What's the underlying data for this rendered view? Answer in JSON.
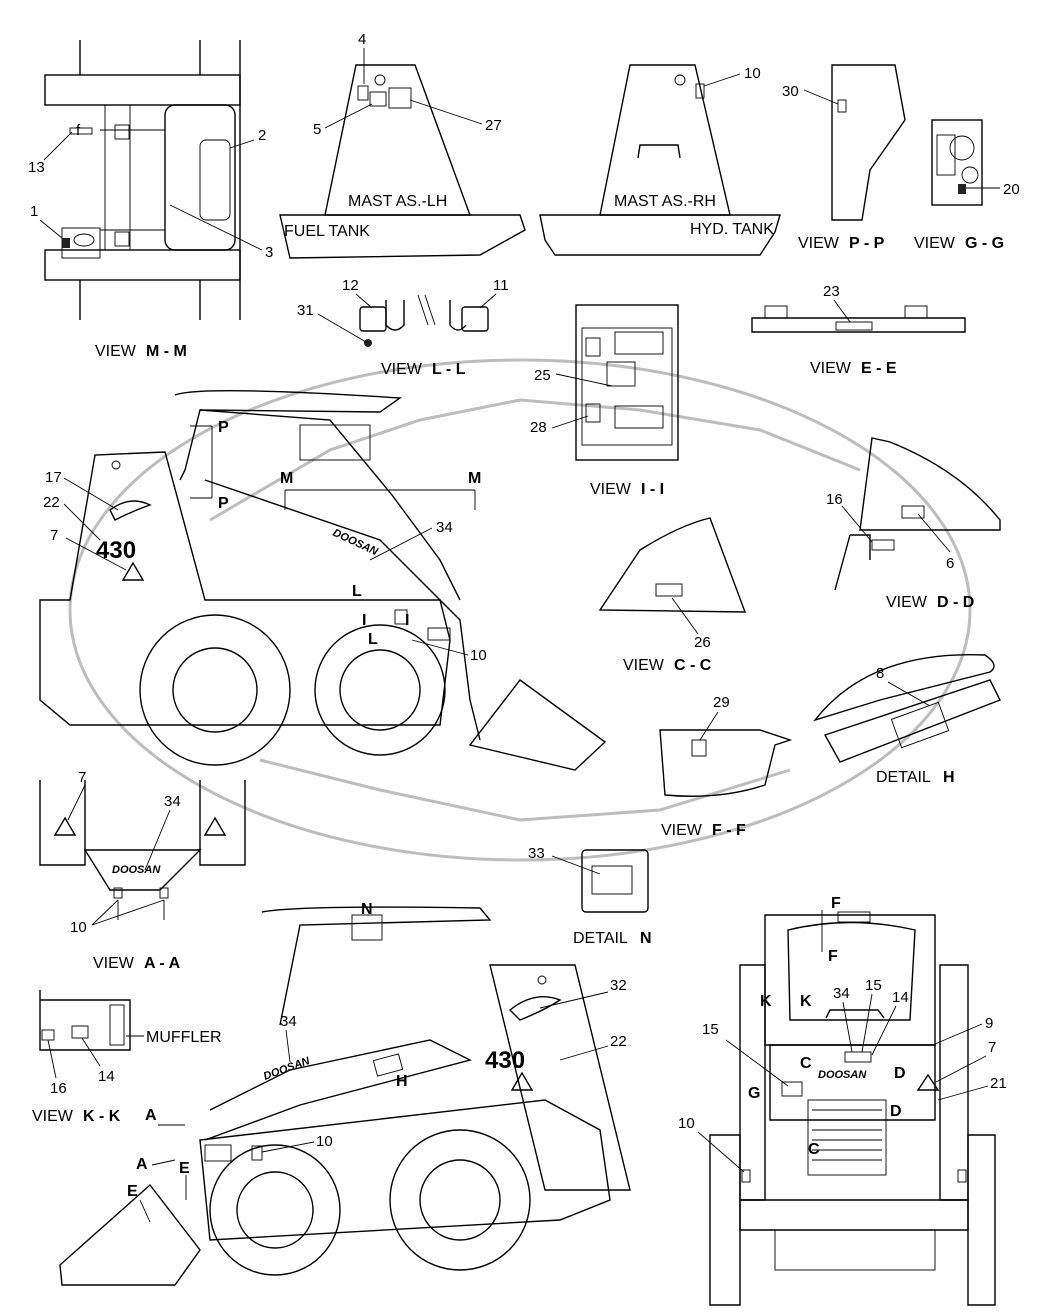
{
  "labels": {
    "mast_lh": "MAST AS.-LH",
    "mast_rh": "MAST AS.-RH",
    "fuel_tank": "FUEL TANK",
    "hyd_tank": "HYD. TANK",
    "muffler": "MUFFLER",
    "model_badge": "430",
    "brand": "DOOSAN"
  },
  "views": {
    "mm": {
      "prefix": "VIEW",
      "id": "M - M"
    },
    "ll": {
      "prefix": "VIEW",
      "id": "L - L"
    },
    "pp": {
      "prefix": "VIEW",
      "id": "P - P"
    },
    "gg": {
      "prefix": "VIEW",
      "id": "G - G"
    },
    "ee": {
      "prefix": "VIEW",
      "id": "E - E"
    },
    "ii": {
      "prefix": "VIEW",
      "id": "I - I"
    },
    "dd": {
      "prefix": "VIEW",
      "id": "D - D"
    },
    "cc": {
      "prefix": "VIEW",
      "id": "C - C"
    },
    "ff": {
      "prefix": "VIEW",
      "id": "F - F"
    },
    "aa": {
      "prefix": "VIEW",
      "id": "A - A"
    },
    "kk": {
      "prefix": "VIEW",
      "id": "K - K"
    },
    "h": {
      "prefix": "DETAIL",
      "id": "H"
    },
    "n": {
      "prefix": "DETAIL",
      "id": "N"
    }
  },
  "callouts": {
    "c1": "1",
    "c2": "2",
    "c3": "3",
    "c4": "4",
    "c5": "5",
    "c6": "6",
    "c7": "7",
    "c8": "8",
    "c9": "9",
    "c10": "10",
    "c11": "11",
    "c12": "12",
    "c13": "13",
    "c14": "14",
    "c15": "15",
    "c16": "16",
    "c17": "17",
    "c20": "20",
    "c21": "21",
    "c22": "22",
    "c23": "23",
    "c25": "25",
    "c26": "26",
    "c27": "27",
    "c28": "28",
    "c29": "29",
    "c30": "30",
    "c31": "31",
    "c32": "32",
    "c33": "33",
    "c34": "34"
  },
  "section_letters": {
    "P": "P",
    "M": "M",
    "L": "L",
    "I": "I",
    "N": "N",
    "H": "H",
    "A": "A",
    "E": "E",
    "F": "F",
    "K": "K",
    "C": "C",
    "D": "D",
    "G": "G",
    "f": "f"
  }
}
